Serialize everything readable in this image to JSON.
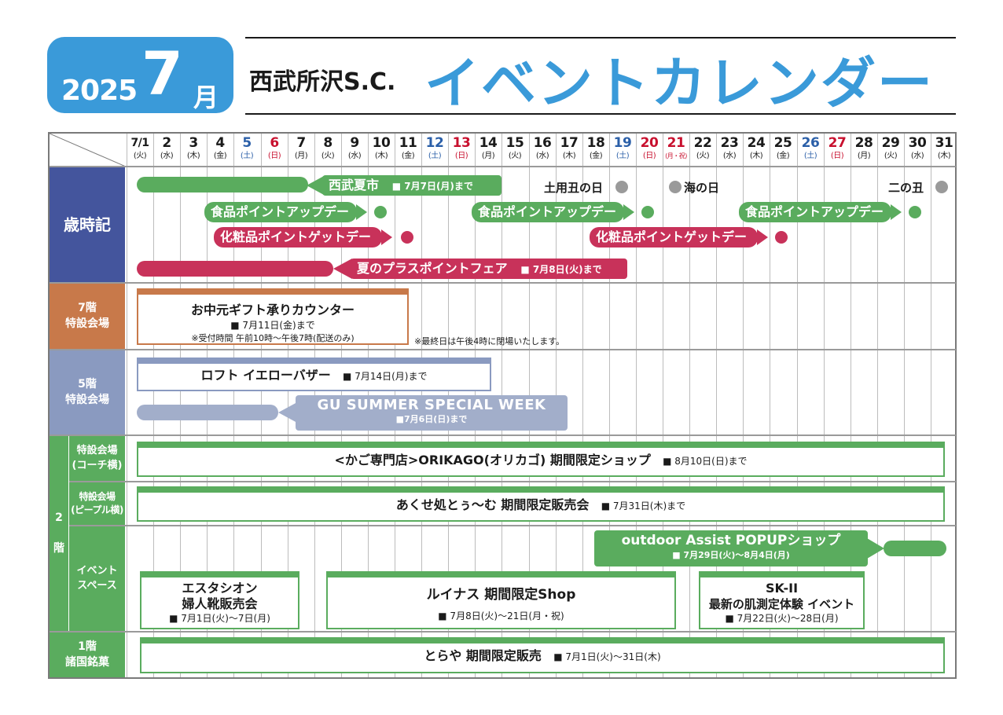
{
  "header": {
    "year": "2025",
    "month": "7",
    "month_unit": "月",
    "store": "西武所沢S.C.",
    "title": "イベントカレンダー"
  },
  "days": [
    {
      "n": "7/1",
      "w": "(火)",
      "c": "#1a1a1a"
    },
    {
      "n": "2",
      "w": "(水)",
      "c": "#1a1a1a"
    },
    {
      "n": "3",
      "w": "(木)",
      "c": "#1a1a1a"
    },
    {
      "n": "4",
      "w": "(金)",
      "c": "#1a1a1a"
    },
    {
      "n": "5",
      "w": "(土)",
      "c": "#2b5fa8"
    },
    {
      "n": "6",
      "w": "(日)",
      "c": "#c8102e"
    },
    {
      "n": "7",
      "w": "(月)",
      "c": "#1a1a1a"
    },
    {
      "n": "8",
      "w": "(火)",
      "c": "#1a1a1a"
    },
    {
      "n": "9",
      "w": "(水)",
      "c": "#1a1a1a"
    },
    {
      "n": "10",
      "w": "(木)",
      "c": "#1a1a1a"
    },
    {
      "n": "11",
      "w": "(金)",
      "c": "#1a1a1a"
    },
    {
      "n": "12",
      "w": "(土)",
      "c": "#2b5fa8"
    },
    {
      "n": "13",
      "w": "(日)",
      "c": "#c8102e"
    },
    {
      "n": "14",
      "w": "(月)",
      "c": "#1a1a1a"
    },
    {
      "n": "15",
      "w": "(火)",
      "c": "#1a1a1a"
    },
    {
      "n": "16",
      "w": "(水)",
      "c": "#1a1a1a"
    },
    {
      "n": "17",
      "w": "(木)",
      "c": "#1a1a1a"
    },
    {
      "n": "18",
      "w": "(金)",
      "c": "#1a1a1a"
    },
    {
      "n": "19",
      "w": "(土)",
      "c": "#2b5fa8"
    },
    {
      "n": "20",
      "w": "(日)",
      "c": "#c8102e"
    },
    {
      "n": "21",
      "w": "(月・祝)",
      "c": "#c8102e"
    },
    {
      "n": "22",
      "w": "(火)",
      "c": "#1a1a1a"
    },
    {
      "n": "23",
      "w": "(水)",
      "c": "#1a1a1a"
    },
    {
      "n": "24",
      "w": "(木)",
      "c": "#1a1a1a"
    },
    {
      "n": "25",
      "w": "(金)",
      "c": "#1a1a1a"
    },
    {
      "n": "26",
      "w": "(土)",
      "c": "#2b5fa8"
    },
    {
      "n": "27",
      "w": "(日)",
      "c": "#c8102e"
    },
    {
      "n": "28",
      "w": "(月)",
      "c": "#1a1a1a"
    },
    {
      "n": "29",
      "w": "(火)",
      "c": "#1a1a1a"
    },
    {
      "n": "30",
      "w": "(水)",
      "c": "#1a1a1a"
    },
    {
      "n": "31",
      "w": "(木)",
      "c": "#1a1a1a"
    }
  ],
  "colors": {
    "blue": "#3a9ad9",
    "green": "#5aac5e",
    "pink": "#c8325a",
    "gray": "#9a9a9a",
    "navy": "#44559d",
    "orange": "#c8794a",
    "lavender": "#8a9ac0",
    "lightlav": "#a2aeca"
  },
  "sections": {
    "saijiki": "歳時記",
    "f7": "7階\n特設会場",
    "f5": "5階\n特設会場",
    "f2": "2\n\n階",
    "f2_coach": "特設会場\n(コーチ横)",
    "f2_people": "特設会場\n(ピープル横)",
    "f2_event": "イベント\nスペース",
    "f1": "1階\n諸国銘菓"
  },
  "saijiki": {
    "seibu_natsuichi": "西武夏市",
    "seibu_natsuichi_date": "■ 7月7日(月)まで",
    "doyo": "土用丑の日",
    "uminohi": "海の日",
    "ninoushi": "二の丑",
    "food_point": "食品ポイントアップデー",
    "cosme_point": "化粧品ポイントゲットデー",
    "summer_plus": "夏のプラスポイントフェア",
    "summer_plus_date": "■ 7月8日(火)まで"
  },
  "f7": {
    "title": "お中元ギフト承りカウンター",
    "date": "■ 7月11日(金)まで",
    "hours": "※受付時間 午前10時～午後7時(配送のみ)",
    "note": "※最終日は午後4時に閉場いたします。"
  },
  "f5": {
    "loft": "ロフト イエローバザー",
    "loft_date": "■ 7月14日(月)まで",
    "gu": "GU SUMMER SPECIAL WEEK",
    "gu_date": "■7月6日(日)まで"
  },
  "f2": {
    "origako": "<かご専門店>ORIKAGO(オリカゴ) 期間限定ショップ",
    "origako_date": "■ 8月10日(日)まで",
    "akuse": "あくせ処とぅ～む 期間限定販売会",
    "akuse_date": "■ 7月31日(木)まで",
    "outdoor": "outdoor Assist POPUPショップ",
    "outdoor_date": "■ 7月29日(火)～8月4日(月)",
    "estacion1": "エスタシオン",
    "estacion2": "婦人靴販売会",
    "estacion_date": "■ 7月1日(火)～7日(月)",
    "ruinas": "ルイナス 期間限定Shop",
    "ruinas_date": "■ 7月8日(火)～21日(月・祝)",
    "sk2_1": "SK-II",
    "sk2_2": "最新の肌測定体験 イベント",
    "sk2_date": "■ 7月22日(火)～28日(月)"
  },
  "f1": {
    "toraya": "とらや 期間限定販売",
    "toraya_date": "■ 7月1日(火)～31日(木)"
  }
}
